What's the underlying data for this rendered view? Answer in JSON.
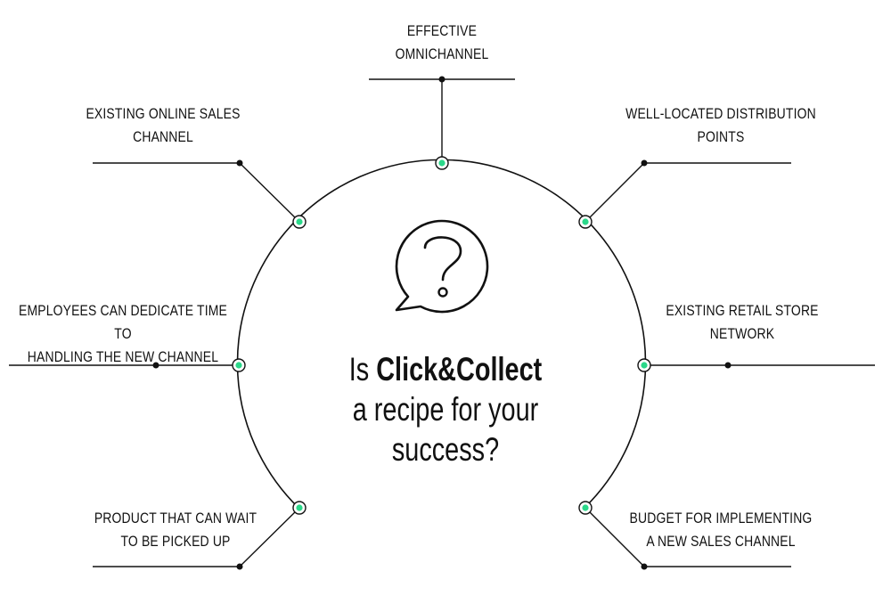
{
  "colors": {
    "accent": "#2bd88a",
    "line": "#111111",
    "background": "#ffffff"
  },
  "center": {
    "icon": "question-bubble-icon",
    "title_prefix": "Is ",
    "title_bold": "Click&Collect",
    "title_line2": "a recipe for your",
    "title_line3": "success?"
  },
  "factors": [
    {
      "id": "top",
      "line1": "EFFECTIVE",
      "line2": "OMNICHANNEL"
    },
    {
      "id": "top-left",
      "line1": "EXISTING ONLINE SALES",
      "line2": "CHANNEL"
    },
    {
      "id": "top-right",
      "line1": "WELL-LOCATED DISTRIBUTION",
      "line2": "POINTS"
    },
    {
      "id": "mid-left",
      "line1": "EMPLOYEES CAN DEDICATE TIME TO",
      "line2": "HANDLING THE NEW CHANNEL"
    },
    {
      "id": "mid-right",
      "line1": "EXISTING RETAIL STORE",
      "line2": "NETWORK"
    },
    {
      "id": "bottom-left",
      "line1": "PRODUCT THAT CAN WAIT",
      "line2": "TO BE PICKED UP"
    },
    {
      "id": "bottom-right",
      "line1": "BUDGET FOR IMPLEMENTING",
      "line2": "A NEW SALES CHANNEL"
    }
  ]
}
